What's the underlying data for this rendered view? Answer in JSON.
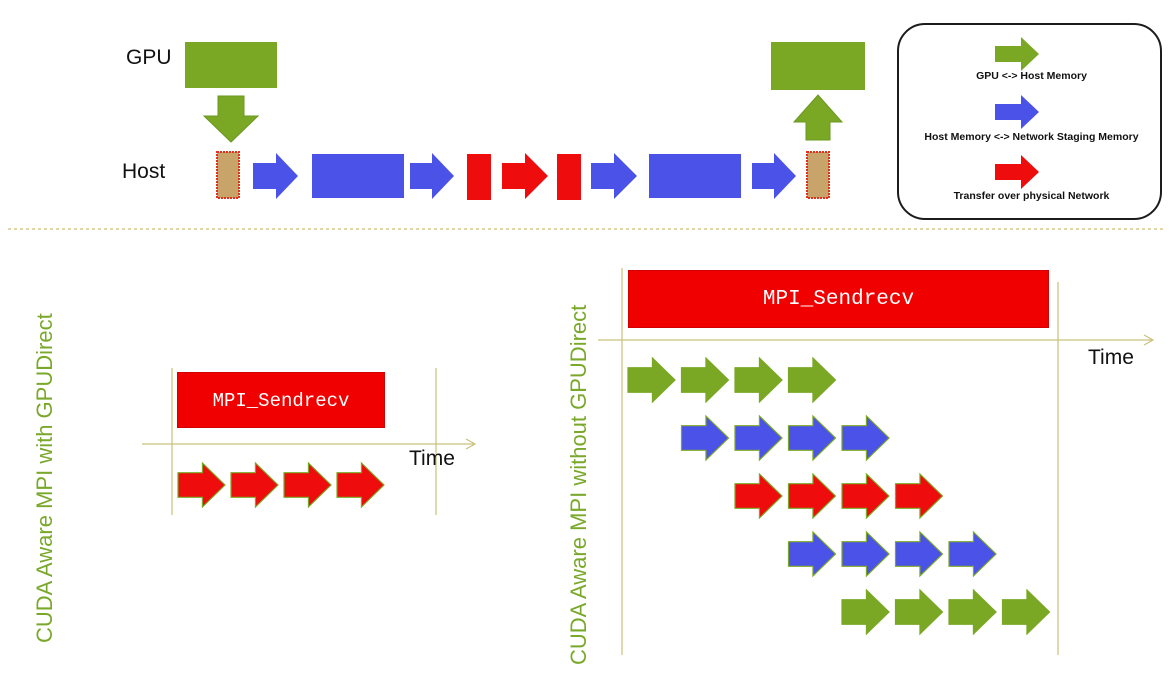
{
  "top_diagram": {
    "gpu_label": "GPU",
    "host_label": "Host"
  },
  "legend": {
    "items": [
      {
        "label": "GPU <-> Host Memory",
        "color": "#7aa824"
      },
      {
        "label": "Host Memory <-> Network Staging Memory",
        "color": "#4a52e8"
      },
      {
        "label": "Transfer over physical Network",
        "color": "#ee0c0c"
      }
    ]
  },
  "left_panel": {
    "vertical_label": "CUDA Aware MPI with GPUDirect",
    "mpi_label": "MPI_Sendrecv",
    "time_label": "Time",
    "rows": [
      {
        "color": "#ee0c0c",
        "count": 4
      }
    ]
  },
  "right_panel": {
    "vertical_label": "CUDA Aware MPI without GPUDirect",
    "mpi_label": "MPI_Sendrecv",
    "time_label": "Time",
    "rows": [
      {
        "color": "#7aa824",
        "count": 4
      },
      {
        "color": "#4a52e8",
        "count": 4
      },
      {
        "color": "#ee0c0c",
        "count": 4
      },
      {
        "color": "#4a52e8",
        "count": 4
      },
      {
        "color": "#7aa824",
        "count": 4
      }
    ]
  },
  "colors": {
    "green": "#7aa824",
    "blue": "#4a52e8",
    "red": "#ee0c0c",
    "host_buffer": "#c8a36a",
    "label_green": "#79a82a",
    "axis": "#c9c27a",
    "divider": "#d9c98a"
  }
}
